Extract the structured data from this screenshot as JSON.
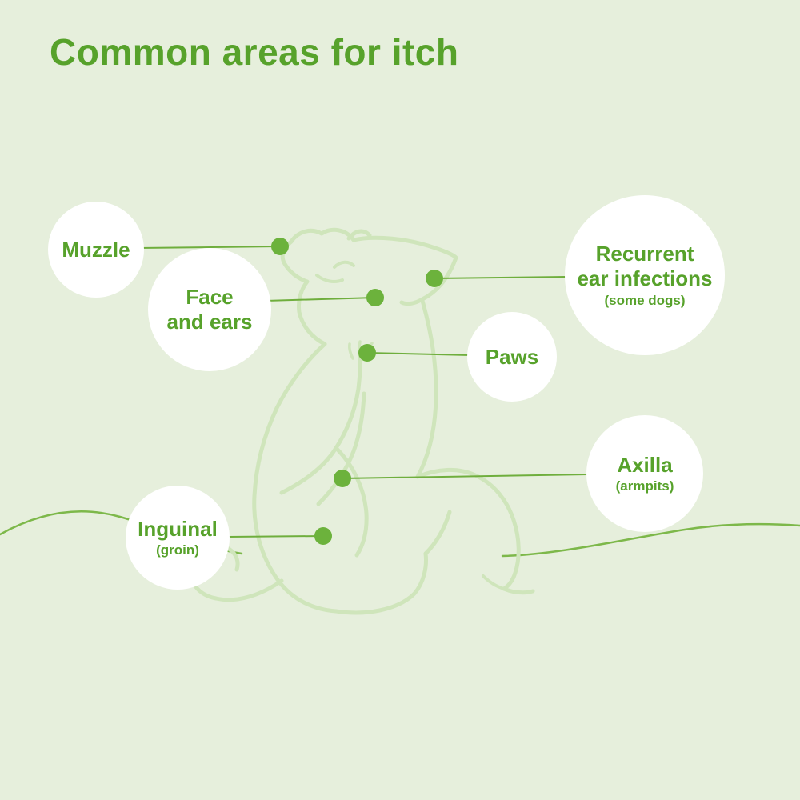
{
  "title": "Common areas for itch",
  "callouts": {
    "muzzle": {
      "label": "Muzzle"
    },
    "face_and_ears": {
      "line1": "Face",
      "line2": "and ears"
    },
    "recurrent_ear_infections": {
      "line1": "Recurrent",
      "line2": "ear infections",
      "sub": "(some dogs)"
    },
    "paws": {
      "label": "Paws"
    },
    "axilla": {
      "label": "Axilla",
      "sub": "(armpits)"
    },
    "inguinal": {
      "label": "Inguinal",
      "sub": "(groin)"
    }
  },
  "icons": {
    "dog": "dog-scratching-line-art"
  },
  "colors": {
    "background": "#e6efdc",
    "title_green": "#57a22b",
    "label_green": "#57a22b",
    "dot_green": "#6cb23c",
    "connector_green": "#6fae3d",
    "dog_outline_green": "#cfe5bb",
    "ground_line_green": "#7db84a",
    "circle_fill": "#ffffff"
  }
}
